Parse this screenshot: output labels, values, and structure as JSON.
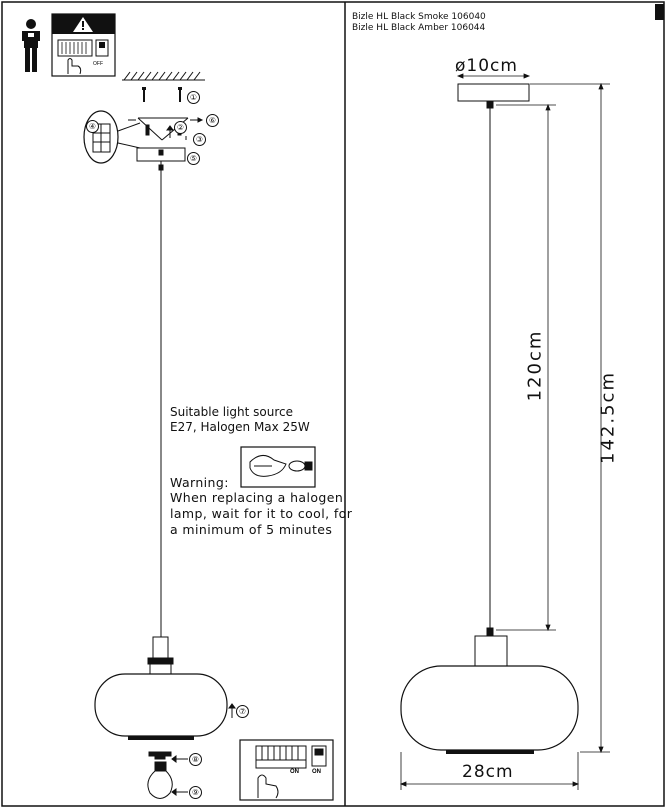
{
  "product": {
    "line1": "Bizle HL Black Smoke 106040",
    "line2": "Bizle HL Black Amber 106044"
  },
  "light_source": {
    "line1": "Suitable light source",
    "line2": "E27, Halogen Max 25W"
  },
  "warning": {
    "title": "Warning:",
    "line1": "When replacing a halogen",
    "line2": "lamp, wait for it to cool, for",
    "line3": "a minimum of 5 minutes"
  },
  "dimensions": {
    "diameter": "ø10cm",
    "cable": "120cm",
    "total_height": "142.5cm",
    "width": "28cm"
  },
  "steps": [
    "①",
    "②",
    "③",
    "④",
    "⑤",
    "⑥",
    "⑦",
    "⑧",
    "⑨"
  ],
  "switch": {
    "off_label": "OFF",
    "on_label": "ON"
  }
}
